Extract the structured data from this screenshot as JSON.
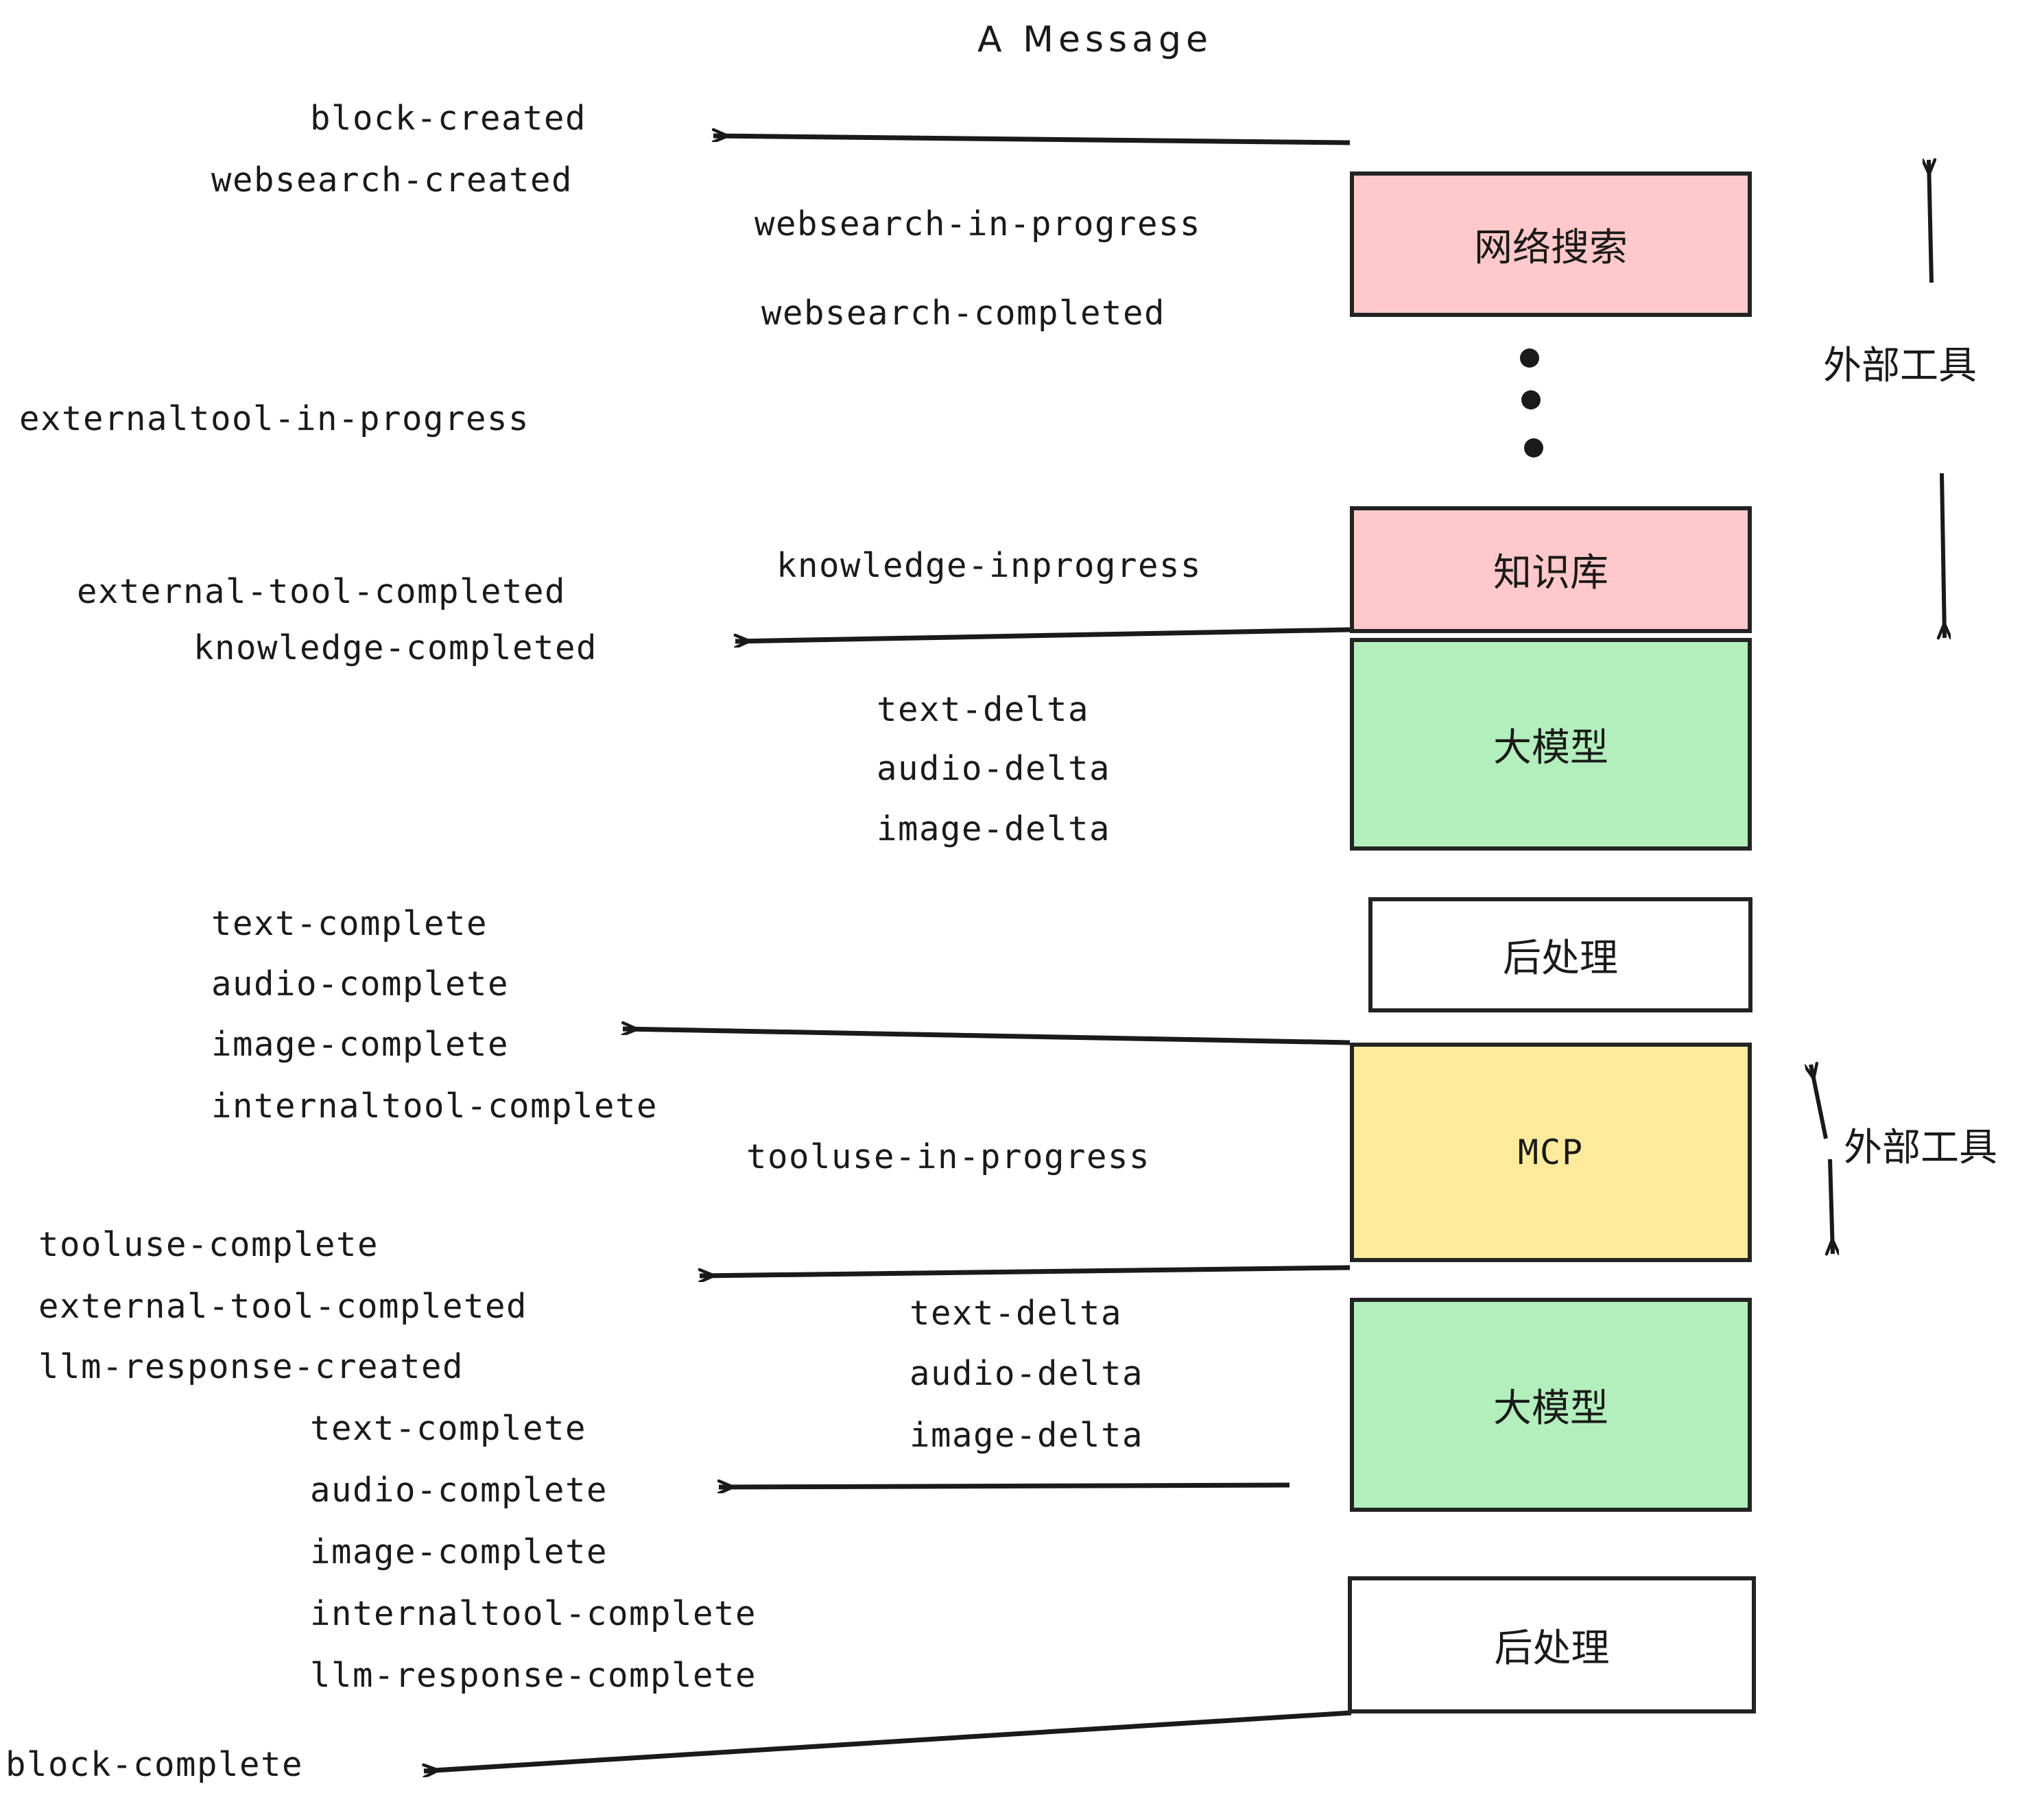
{
  "diagram": {
    "title": "A Message",
    "colors": {
      "pink": "#FFC9CB",
      "green": "#B2EFBC",
      "yellow": "#FDEB9B",
      "white": "#FFFFFF",
      "stroke": "#232323",
      "text": "#1A1A1A"
    },
    "nodes": [
      {
        "id": "websearch",
        "label": "网络搜索",
        "fill": "#FFC9CB"
      },
      {
        "id": "knowledge",
        "label": "知识库",
        "fill": "#FFC9CB"
      },
      {
        "id": "llm-1",
        "label": "大模型",
        "fill": "#B2EFBC"
      },
      {
        "id": "postprocess-1",
        "label": "后处理",
        "fill": "#FFFFFF"
      },
      {
        "id": "mcp",
        "label": "MCP",
        "fill": "#FDEB9B"
      },
      {
        "id": "llm-2",
        "label": "大模型",
        "fill": "#B2EFBC"
      },
      {
        "id": "postprocess-2",
        "label": "后处理",
        "fill": "#FFFFFF"
      }
    ],
    "side_labels": [
      {
        "id": "external-tool-top",
        "text": "外部工具"
      },
      {
        "id": "external-tool-bottom",
        "text": "外部工具"
      }
    ],
    "events": [
      {
        "id": "e01",
        "text": "block-created"
      },
      {
        "id": "e02",
        "text": "websearch-created"
      },
      {
        "id": "e03",
        "text": "websearch-in-progress"
      },
      {
        "id": "e04",
        "text": "websearch-completed"
      },
      {
        "id": "e05",
        "text": "externaltool-in-progress"
      },
      {
        "id": "e06",
        "text": "knowledge-inprogress"
      },
      {
        "id": "e07",
        "text": "external-tool-completed"
      },
      {
        "id": "e08",
        "text": "knowledge-completed"
      },
      {
        "id": "e09",
        "text": "text-delta"
      },
      {
        "id": "e10",
        "text": "audio-delta"
      },
      {
        "id": "e11",
        "text": "image-delta"
      },
      {
        "id": "e12",
        "text": "text-complete"
      },
      {
        "id": "e13",
        "text": "audio-complete"
      },
      {
        "id": "e14",
        "text": "image-complete"
      },
      {
        "id": "e15",
        "text": "internaltool-complete"
      },
      {
        "id": "e16",
        "text": "tooluse-in-progress"
      },
      {
        "id": "e17",
        "text": "tooluse-complete"
      },
      {
        "id": "e18",
        "text": "external-tool-completed"
      },
      {
        "id": "e19",
        "text": "llm-response-created"
      },
      {
        "id": "e20",
        "text": "text-delta"
      },
      {
        "id": "e21",
        "text": "audio-delta"
      },
      {
        "id": "e22",
        "text": "image-delta"
      },
      {
        "id": "e23",
        "text": "text-complete"
      },
      {
        "id": "e24",
        "text": "audio-complete"
      },
      {
        "id": "e25",
        "text": "image-complete"
      },
      {
        "id": "e26",
        "text": "internaltool-complete"
      },
      {
        "id": "e27",
        "text": "llm-response-complete"
      },
      {
        "id": "e28",
        "text": "block-complete"
      }
    ]
  }
}
